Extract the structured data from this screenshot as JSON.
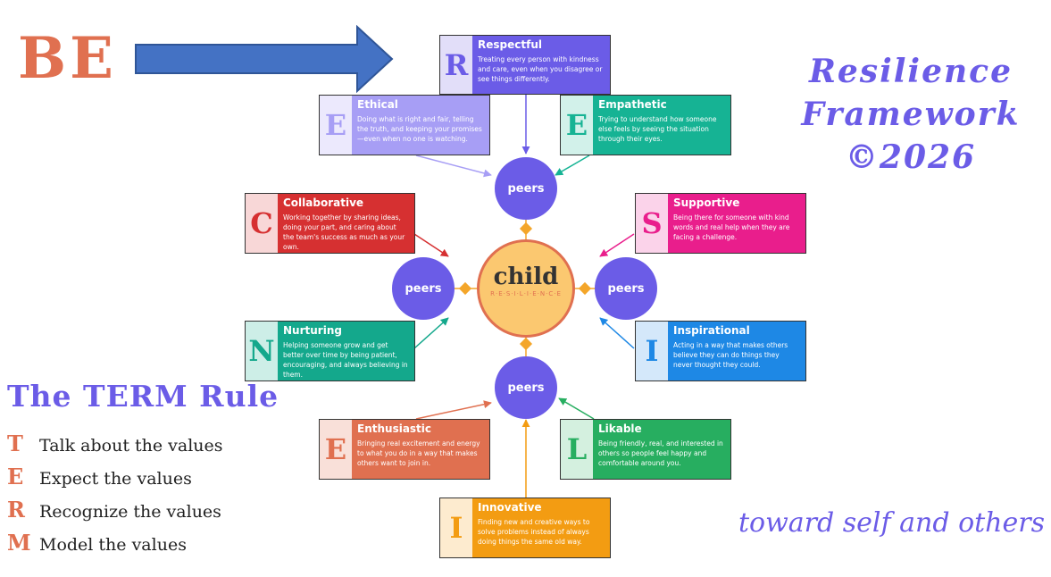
{
  "heading": {
    "be": "BE",
    "title_line1": "Resilience",
    "title_line2": "Framework",
    "title_line3": "©2026"
  },
  "tagline": "toward self and others",
  "term": {
    "title": "The TERM Rule",
    "items": [
      {
        "letter": "T",
        "text": "Talk about the values"
      },
      {
        "letter": "E",
        "text": "Expect the values"
      },
      {
        "letter": "R",
        "text": "Recognize the values"
      },
      {
        "letter": "M",
        "text": "Model the values"
      }
    ]
  },
  "center": {
    "word": "child",
    "subword": "R·E·S·I·L·I·E·N·C·E"
  },
  "peers": [
    "peers",
    "peers",
    "peers",
    "peers"
  ],
  "values": [
    {
      "letter": "R",
      "name": "Respectful",
      "desc": "Treating every person with kindness and care, even when you disagree or see things differently.",
      "color": "#6b5ce7",
      "light": "#e2def9"
    },
    {
      "letter": "E",
      "name": "Ethical",
      "desc": "Doing what is right and fair, telling the truth, and keeping your promises—even when no one is watching.",
      "color": "#a79ef5",
      "light": "#ece9fd"
    },
    {
      "letter": "E",
      "name": "Empathetic",
      "desc": "Trying to understand how someone else feels by seeing the situation through their eyes.",
      "color": "#16b394",
      "light": "#d2f1ea"
    },
    {
      "letter": "C",
      "name": "Collaborative",
      "desc": "Working together by sharing ideas, doing your part, and caring about the team's success as much as your own.",
      "color": "#d63031",
      "light": "#f8d7d7"
    },
    {
      "letter": "S",
      "name": "Supportive",
      "desc": "Being there for someone with kind words and real help when they are facing a challenge.",
      "color": "#e91e8c",
      "light": "#fbd3ea"
    },
    {
      "letter": "N",
      "name": "Nurturing",
      "desc": "Helping someone grow and get better over time by being patient, encouraging, and always believing in them.",
      "color": "#14a88c",
      "light": "#cdeee7"
    },
    {
      "letter": "I",
      "name": "Inspirational",
      "desc": "Acting in a way that makes others believe they can do things they never thought they could.",
      "color": "#1e88e5",
      "light": "#d4e8fa"
    },
    {
      "letter": "E",
      "name": "Enthusiastic",
      "desc": "Bringing real excitement and energy to what you do in a way that makes others want to join in.",
      "color": "#e07050",
      "light": "#f9e0d9"
    },
    {
      "letter": "L",
      "name": "Likable",
      "desc": "Being friendly, real, and interested in others so people feel happy and comfortable around you.",
      "color": "#27ae60",
      "light": "#d4f0df"
    },
    {
      "letter": "I",
      "name": "Innovative",
      "desc": "Finding new and creative ways to solve problems instead of always doing things the same old way.",
      "color": "#f39c12",
      "light": "#fdebcf"
    }
  ]
}
